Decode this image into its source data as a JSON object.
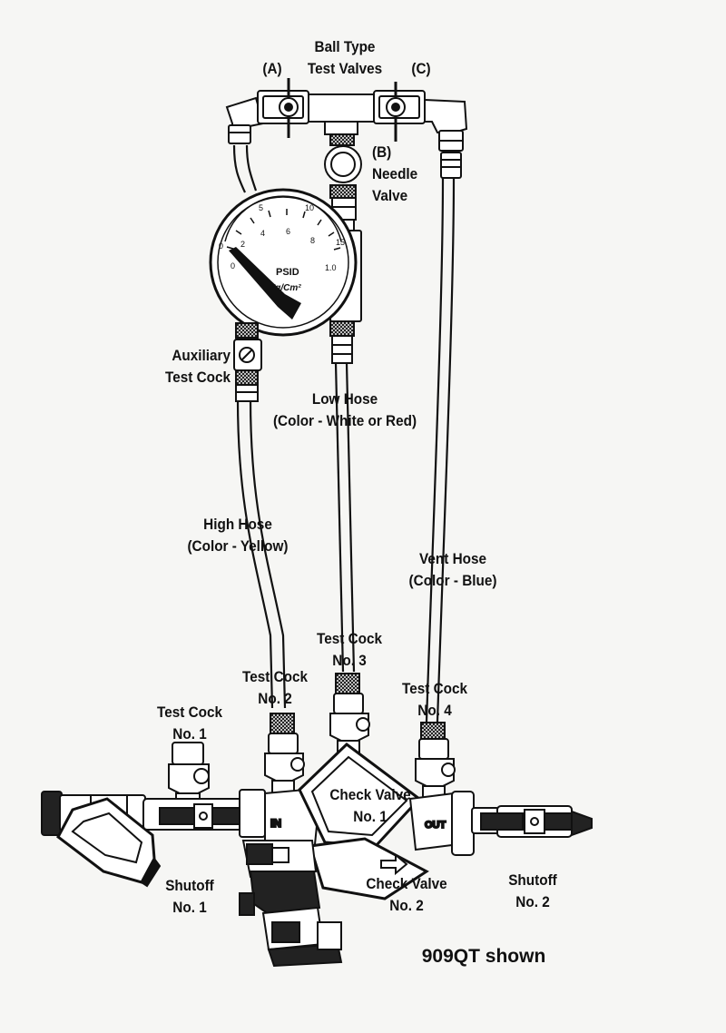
{
  "labels": {
    "ball_type_test_valves": [
      "Ball Type",
      "Test Valves"
    ],
    "valve_a": "(A)",
    "valve_c": "(C)",
    "needle_valve": [
      "(B)",
      "Needle",
      "Valve"
    ],
    "auxiliary_test_cock": [
      "Auxiliary",
      "Test Cock"
    ],
    "low_hose": [
      "Low Hose",
      "(Color - White or Red)"
    ],
    "high_hose": [
      "High Hose",
      "(Color - Yellow)"
    ],
    "vent_hose": [
      "Vent Hose",
      "(Color - Blue)"
    ],
    "test_cock_1": [
      "Test Cock",
      "No. 1"
    ],
    "test_cock_2": [
      "Test Cock",
      "No. 2"
    ],
    "test_cock_3": [
      "Test Cock",
      "No. 3"
    ],
    "test_cock_4": [
      "Test Cock",
      "No. 4"
    ],
    "check_valve_1": [
      "Check Valve",
      "No. 1"
    ],
    "check_valve_2": [
      "Check Valve",
      "No. 2"
    ],
    "shutoff_1": [
      "Shutoff",
      "No. 1"
    ],
    "shutoff_2": [
      "Shutoff",
      "No. 2"
    ],
    "model": "909QT shown"
  },
  "gauge": {
    "unit_top": "PSID",
    "unit_bottom": "Kg/Cm²",
    "outer_ticks": [
      "0",
      "5",
      "10",
      "15"
    ],
    "inner_ticks": [
      "0",
      "2",
      "4",
      "6",
      "8",
      "1.0"
    ]
  },
  "valve_marks": {
    "inlet": "IN",
    "outlet": "OUT"
  },
  "colors": {
    "ink": "#111111",
    "paper": "#f6f6f4"
  }
}
